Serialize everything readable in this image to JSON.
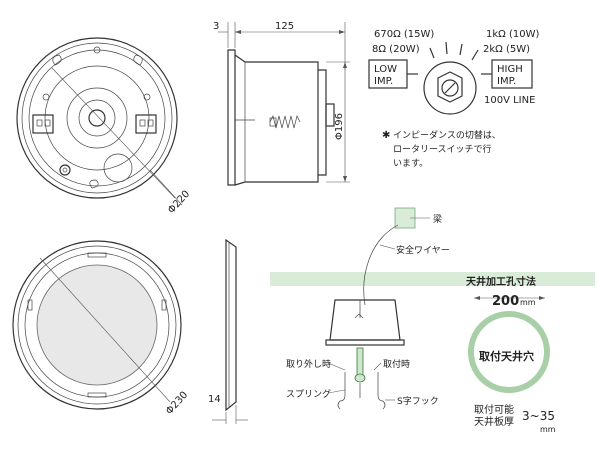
{
  "dimensions": {
    "depth": "125",
    "flange": "3",
    "body_diameter": "Φ196",
    "outer_diameter": "Φ220",
    "grille_diameter": "Φ230",
    "grille_depth": "14"
  },
  "impedance_switch": {
    "top_left": "670Ω (15W)",
    "top_right": "1kΩ (10W)",
    "mid_left": "8Ω (20W)",
    "mid_right": "2kΩ (5W)",
    "low_label_1": "LOW",
    "low_label_2": "IMP.",
    "high_label_1": "HIGH",
    "high_label_2": "IMP.",
    "line_label": "100V LINE",
    "note_star": "✱",
    "note_line_1": "インピーダンスの切替は、",
    "note_line_2": "ロータリースイッチで行",
    "note_line_3": "います。"
  },
  "install": {
    "beam": "梁",
    "safety_wire": "安全ワイヤー",
    "cutout_title": "天井加工孔寸法",
    "cutout_size": "200",
    "cutout_unit": "mm",
    "cutout_hole": "取付天井穴",
    "remove_state": "取り外し時",
    "attach_state": "取付時",
    "spring": "スプリング",
    "s_hook": "S字フック",
    "thickness_label_1": "取付可能",
    "thickness_label_2": "天井板厚",
    "thickness_value": "3~35",
    "thickness_unit": "mm"
  }
}
